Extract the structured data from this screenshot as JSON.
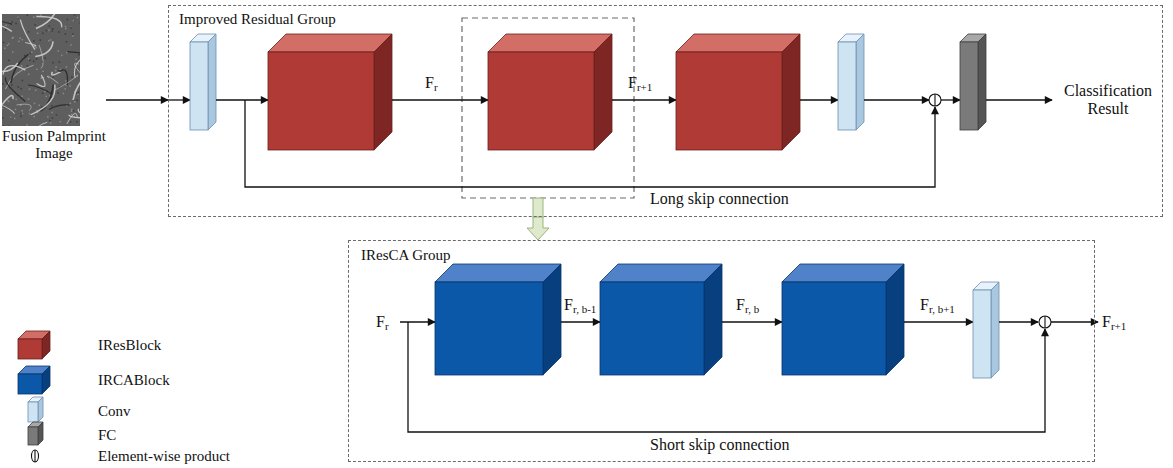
{
  "diagram": {
    "nodes": [
      {
        "text": [
          "Fusion Palmprint Image"
        ]
      },
      {
        "text": [
          "Improved Residual Group"
        ]
      },
      {
        "text": [
          "IResCA Group"
        ]
      }
    ],
    "edges": [
      {
        "from": 0,
        "to": 1,
        "arrow": "to"
      },
      {
        "from": 1,
        "to": 2,
        "arrow": "to"
      }
    ],
    "labels": [
      "Fr",
      "Fr+1",
      "Long skip connection",
      "Classification Result",
      "Fr",
      "Fr, b-1",
      "Fr, b",
      "Fr, b+1",
      "Fr+1",
      "Short skip connection"
    ],
    "legend": [
      {
        "text": "IResBlock"
      },
      {
        "text": "IRCABlock"
      },
      {
        "text": "Conv"
      },
      {
        "text": "FC"
      },
      {
        "text": "Element-wise product"
      }
    ]
  }
}
